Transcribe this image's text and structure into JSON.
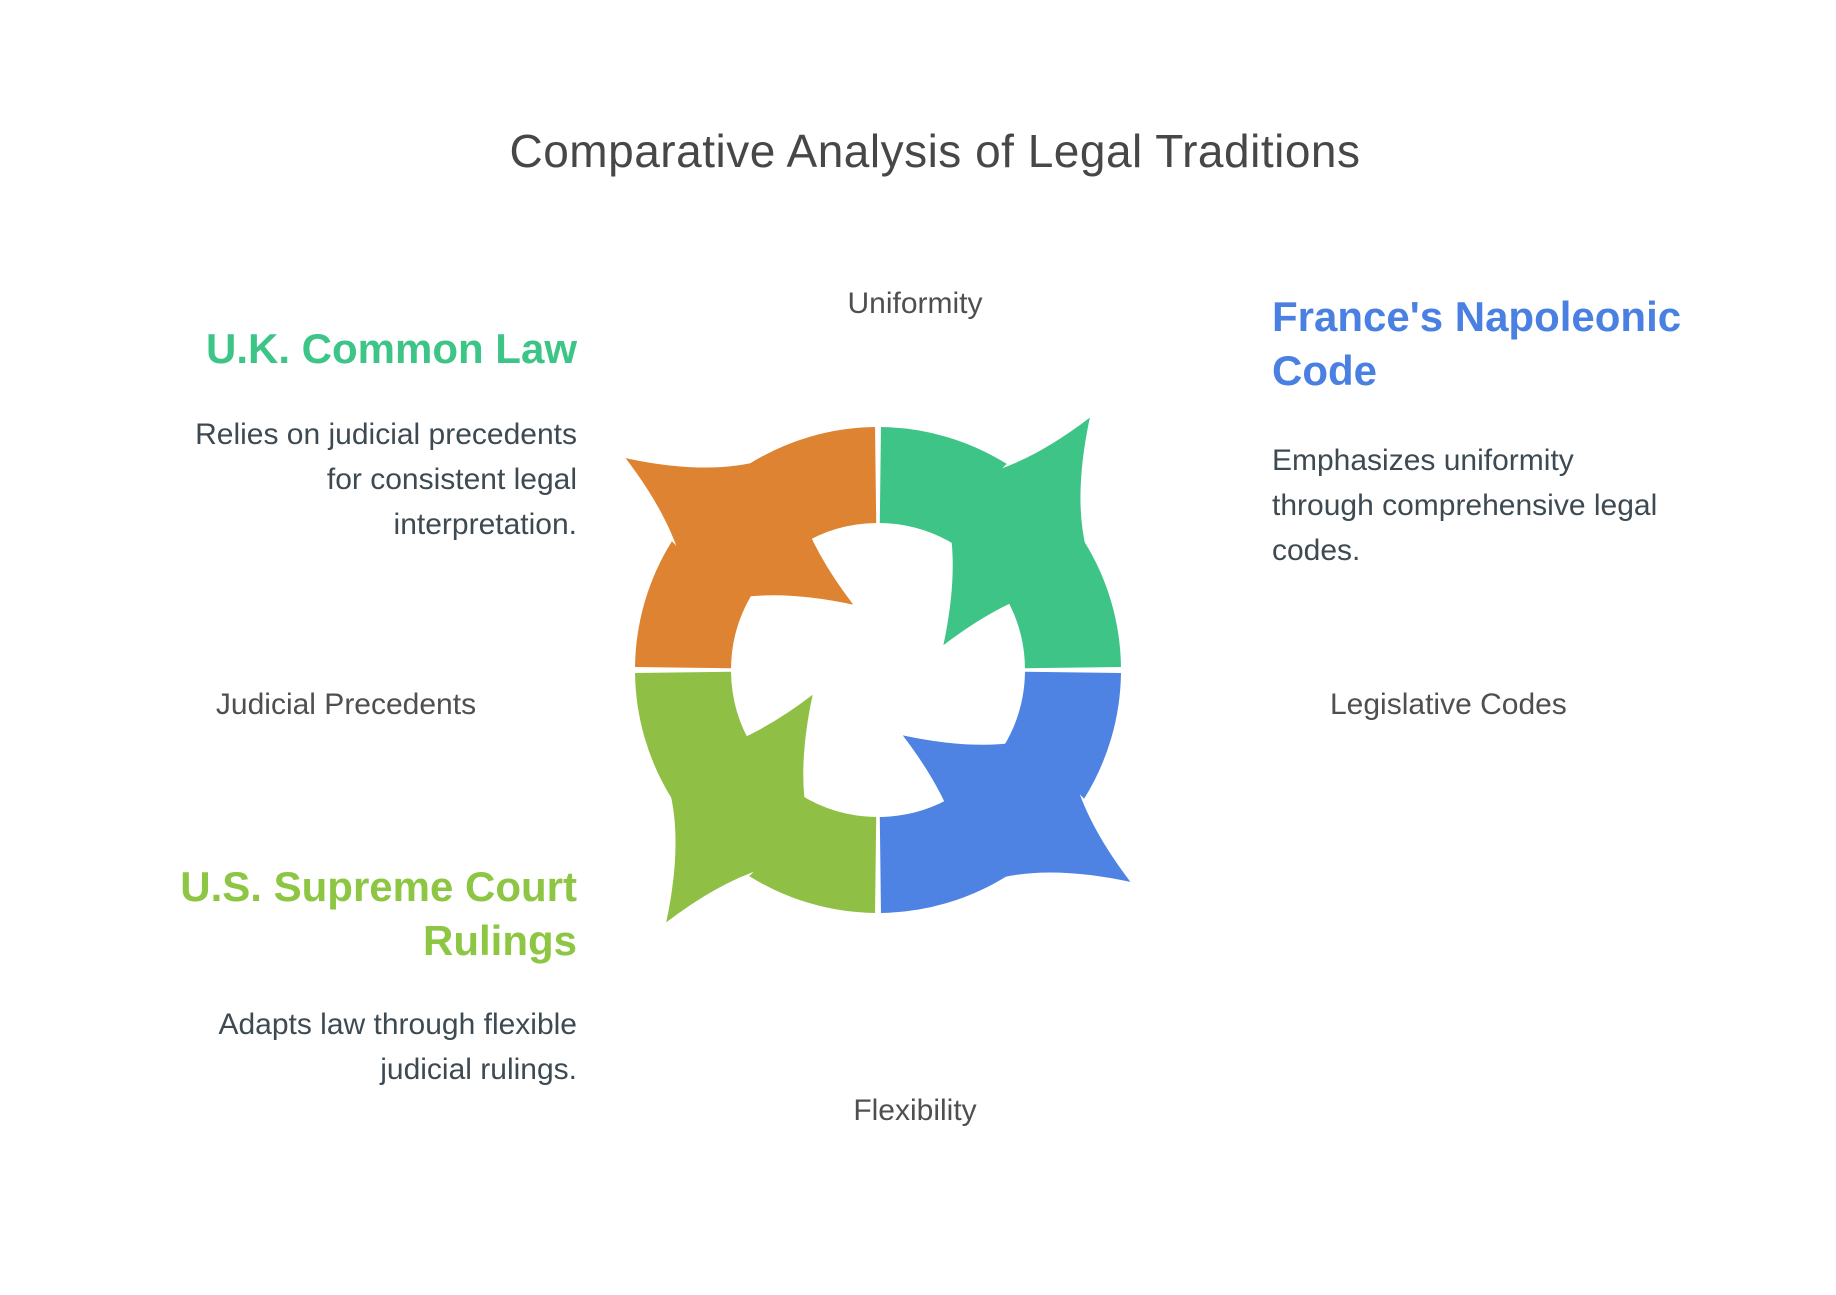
{
  "title": "Comparative Analysis of Legal Traditions",
  "sections": {
    "uk": {
      "heading": "U.K. Common Law",
      "heading_color": "#3CC586",
      "body_lines": [
        "Relies on judicial precedents",
        "for consistent legal",
        "interpretation."
      ]
    },
    "france": {
      "heading": "France's Napoleonic Code",
      "heading_color": "#4A80E2",
      "body_lines": [
        "Emphasizes uniformity",
        "through comprehensive legal",
        "codes."
      ]
    },
    "us": {
      "heading": "U.S. Supreme Court Rulings",
      "heading_color": "#8DC642",
      "body_lines": [
        "Adapts law through flexible",
        "judicial rulings."
      ]
    }
  },
  "cycle": {
    "labels": {
      "top": "Uniformity",
      "right": "Legislative Codes",
      "bottom": "Flexibility",
      "left": "Judicial Precedents"
    },
    "segments": [
      {
        "name": "uniformity-segment",
        "color": "#3EC487",
        "start_angle": 0
      },
      {
        "name": "legislative-codes-segment",
        "color": "#4E83E4",
        "start_angle": 90
      },
      {
        "name": "flexibility-segment",
        "color": "#90BF45",
        "start_angle": 180
      },
      {
        "name": "judicial-precedents-segment",
        "color": "#DD8331",
        "start_angle": 270
      }
    ]
  },
  "colors": {
    "title": "#474747",
    "label": "#4F4F4F",
    "body": "#3E4A52",
    "background": "#FFFFFF"
  }
}
